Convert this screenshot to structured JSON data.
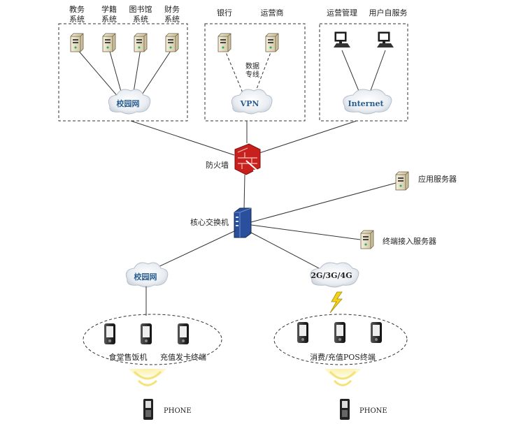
{
  "groups": {
    "campus": {
      "cloud_label": "校园网",
      "systems": [
        {
          "line1": "教务",
          "line2": "系统"
        },
        {
          "line1": "学籍",
          "line2": "系统"
        },
        {
          "line1": "图书馆",
          "line2": "系统"
        },
        {
          "line1": "财务",
          "line2": "系统"
        }
      ]
    },
    "vpn": {
      "cloud_label": "VPN",
      "nodes": [
        "银行",
        "运营商"
      ],
      "link_label_line1": "数据",
      "link_label_line2": "专线"
    },
    "internet": {
      "cloud_label": "Internet",
      "nodes": [
        "运营管理",
        "用户自服务"
      ]
    }
  },
  "core": {
    "firewall_label": "防火墙",
    "switch_label": "核心交换机",
    "app_server_label": "应用服务器",
    "terminal_server_label": "终端接入服务器"
  },
  "lower": {
    "campus_cloud_label": "校园网",
    "mobile_cloud_label": "2G/3G/4G",
    "left_terminals_label_a": "食堂售饭机",
    "left_terminals_label_b": "充值发卡终端",
    "right_terminals_label": "消费/充值POS终端",
    "phone_left_label": "PHONE",
    "phone_right_label": "PHONE"
  },
  "colors": {
    "firewall": "#c8211d",
    "switch": "#2a4f9c",
    "cloud_text": "#2a5d8f",
    "server": "#e6dcc0",
    "nfc": "#f4e27a"
  }
}
